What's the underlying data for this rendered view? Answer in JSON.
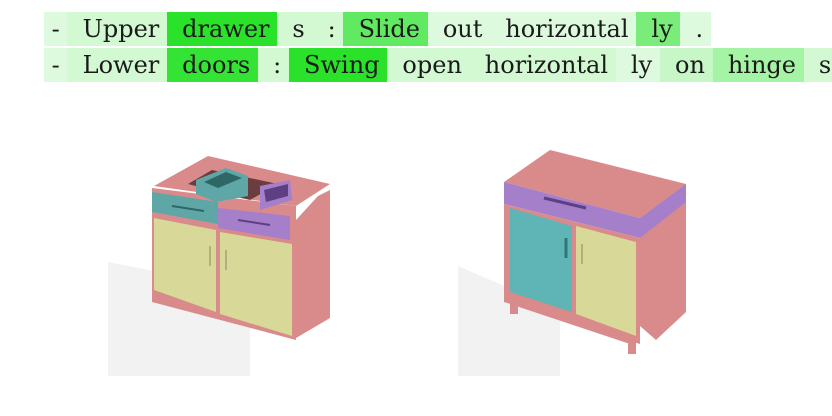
{
  "caption": {
    "lines": [
      {
        "tokens": [
          {
            "text": "-",
            "w": 0.15
          },
          {
            "text": "Upper",
            "w": 0.2
          },
          {
            "text": "drawer",
            "w": 0.95
          },
          {
            "text": "s",
            "w": 0.2
          },
          {
            "text": ":",
            "w": 0.2
          },
          {
            "text": "Slide",
            "w": 0.7
          },
          {
            "text": "out",
            "w": 0.15
          },
          {
            "text": "horizontal",
            "w": 0.15
          },
          {
            "text": "ly",
            "w": 0.6
          },
          {
            "text": ".",
            "w": 0.15
          }
        ]
      },
      {
        "tokens": [
          {
            "text": "-",
            "w": 0.15
          },
          {
            "text": "Lower",
            "w": 0.2
          },
          {
            "text": "doors",
            "w": 0.9
          },
          {
            "text": ":",
            "w": 0.2
          },
          {
            "text": "Swing",
            "w": 0.95
          },
          {
            "text": "open",
            "w": 0.2
          },
          {
            "text": "horizontal",
            "w": 0.2
          },
          {
            "text": "ly",
            "w": 0.15
          },
          {
            "text": "on",
            "w": 0.25
          },
          {
            "text": "hinge",
            "w": 0.4
          },
          {
            "text": "s",
            "w": 0.2
          },
          {
            "text": ".",
            "w": 0.15
          }
        ]
      }
    ]
  },
  "colors": {
    "highlight": "#1fe01f",
    "cabinet_body": "#d98a8a",
    "drawer_teal": "#5fa7a7",
    "drawer_purple": "#a57fc9",
    "door_yellow": "#d8d898",
    "door_teal": "#5fb5b5"
  }
}
